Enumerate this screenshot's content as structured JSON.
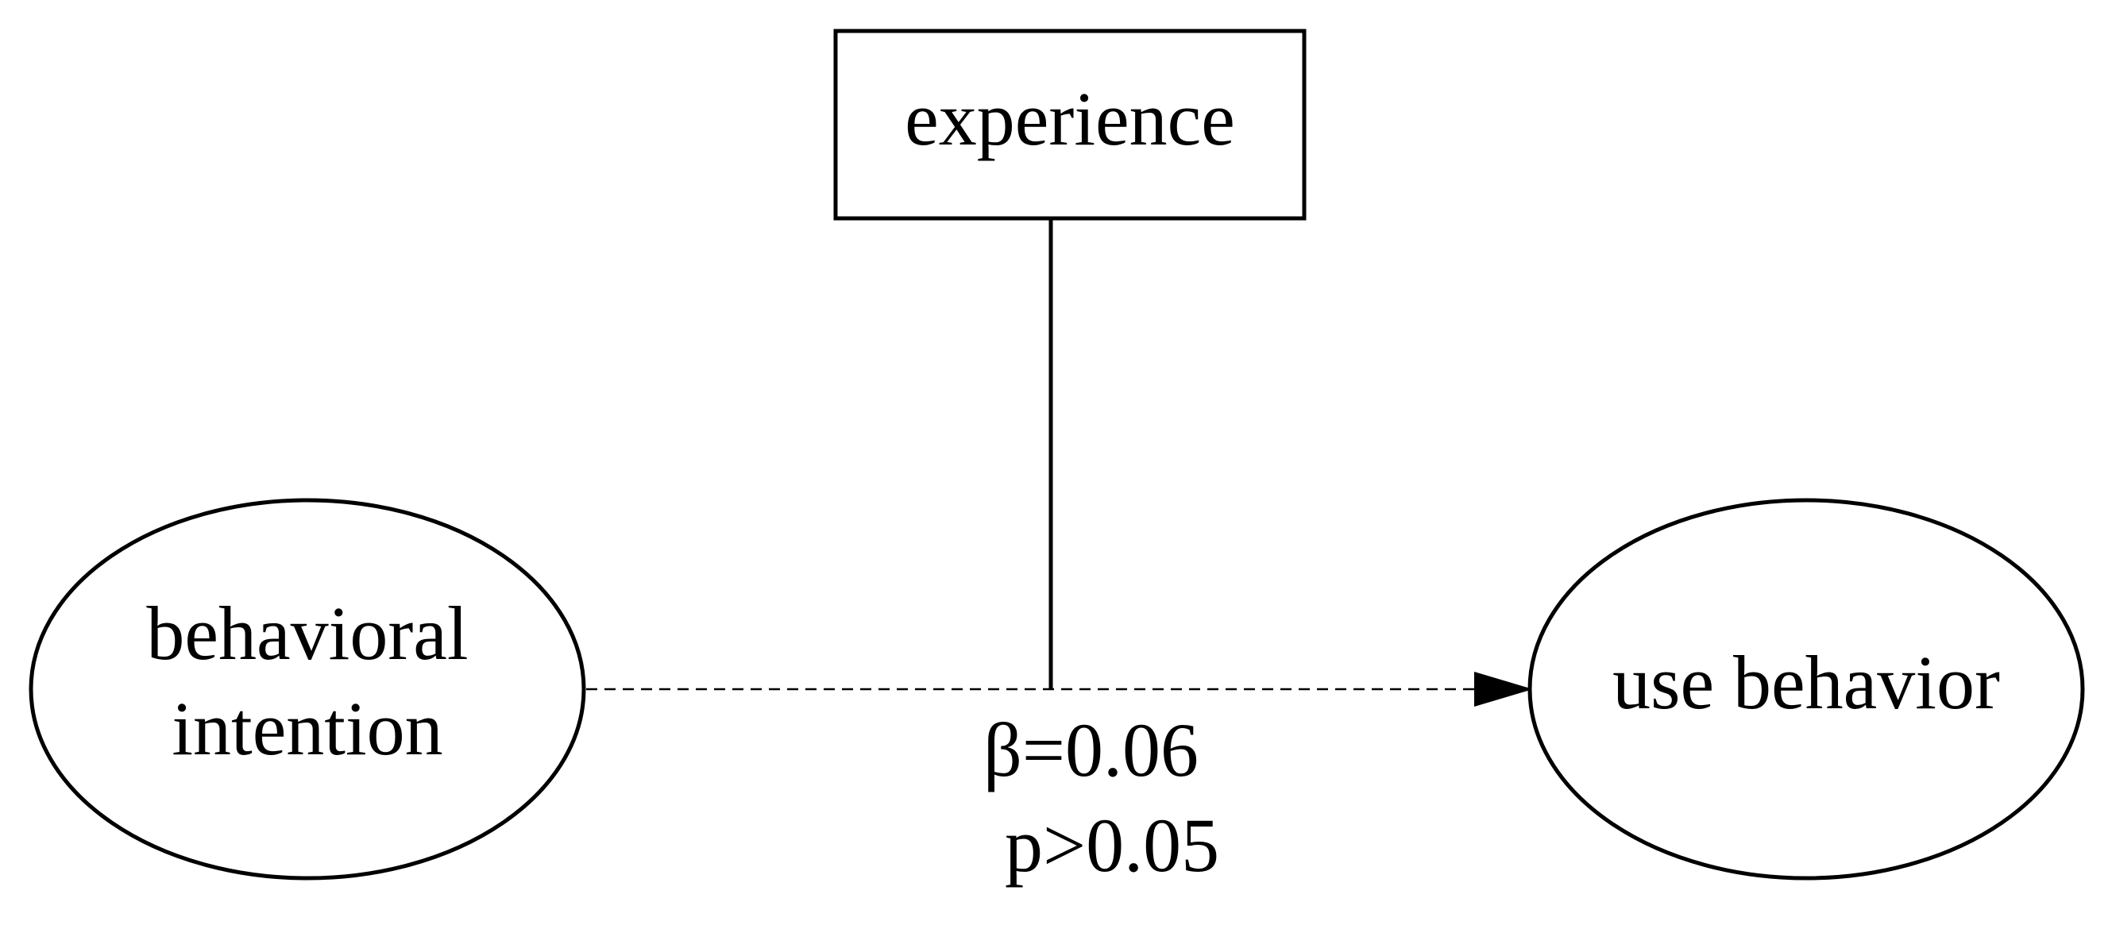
{
  "nodes": {
    "experience": {
      "label": "experience"
    },
    "behavioral_intention": {
      "lines": [
        "behavioral",
        "intention"
      ]
    },
    "use_behavior": {
      "label": "use behavior"
    }
  },
  "edges": {
    "intention_to_behavior": {
      "style": "dashed",
      "beta_label": "β=0.06",
      "p_label": "p>0.05"
    },
    "experience_moderation": {
      "style": "solid"
    }
  },
  "colors": {
    "stroke": "#000000",
    "background": "#ffffff"
  }
}
